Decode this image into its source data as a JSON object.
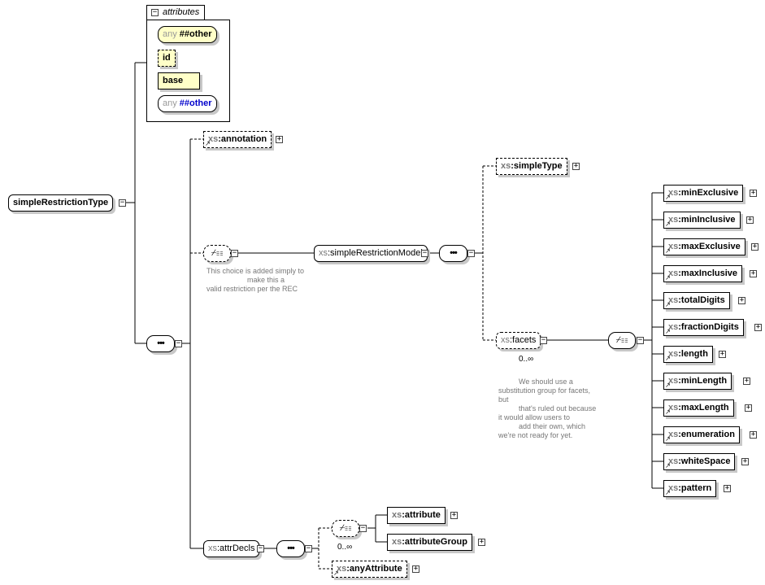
{
  "root": {
    "label": "simpleRestrictionType"
  },
  "attributes_panel": {
    "title": "attributes",
    "items": [
      {
        "prefix": "any",
        "name": "##other"
      },
      {
        "name": "id"
      },
      {
        "name": "base"
      },
      {
        "prefix": "any",
        "name": "##other"
      }
    ]
  },
  "annotation": {
    "prefix": "xs",
    "name": ":annotation"
  },
  "choice_note": "This choice is added simply to\n                    make this a\nvalid restriction per the REC",
  "simpleRestrictionModel": {
    "prefix": "xs",
    "name": ":simpleRestrictionModel"
  },
  "simpleType": {
    "prefix": "xs",
    "name": ":simpleType"
  },
  "facets": {
    "prefix": "xs",
    "name": ":facets",
    "occurrence": "0..∞",
    "note": "          We should use a\nsubstitution group for facets,\nbut\n          that's ruled out because\nit would allow users to\n          add their own, which\nwe're not ready for yet."
  },
  "facet_items": [
    {
      "prefix": "xs",
      "name": ":minExclusive"
    },
    {
      "prefix": "xs",
      "name": ":minInclusive"
    },
    {
      "prefix": "xs",
      "name": ":maxExclusive"
    },
    {
      "prefix": "xs",
      "name": ":maxInclusive"
    },
    {
      "prefix": "xs",
      "name": ":totalDigits"
    },
    {
      "prefix": "xs",
      "name": ":fractionDigits"
    },
    {
      "prefix": "xs",
      "name": ":length"
    },
    {
      "prefix": "xs",
      "name": ":minLength"
    },
    {
      "prefix": "xs",
      "name": ":maxLength"
    },
    {
      "prefix": "xs",
      "name": ":enumeration"
    },
    {
      "prefix": "xs",
      "name": ":whiteSpace"
    },
    {
      "prefix": "xs",
      "name": ":pattern"
    }
  ],
  "attrDecls": {
    "prefix": "xs",
    "name": ":attrDecls",
    "occurrence": "0..∞"
  },
  "attribute": {
    "prefix": "xs",
    "name": ":attribute"
  },
  "attributeGroup": {
    "prefix": "xs",
    "name": ":attributeGroup"
  },
  "anyAttribute": {
    "prefix": "xs",
    "name": ":anyAttribute"
  },
  "toggle_collapse": "−",
  "toggle_expand": "+"
}
